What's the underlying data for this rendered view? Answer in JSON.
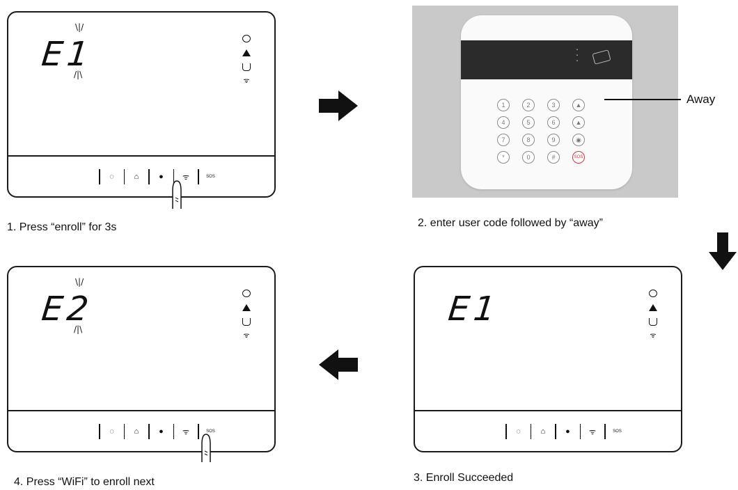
{
  "panels": {
    "p1": {
      "display": "E1"
    },
    "p3": {
      "display": "E1"
    },
    "p4": {
      "display": "E2"
    }
  },
  "button_bar": {
    "sos": "SOS"
  },
  "keypad": {
    "keys": [
      "1",
      "2",
      "3",
      "▲",
      "4",
      "5",
      "6",
      "▲",
      "7",
      "8",
      "9",
      "◉",
      "*",
      "0",
      "#",
      "SOS"
    ],
    "away_label": "Away"
  },
  "captions": {
    "step1": "1. Press “enroll” for 3s",
    "step2": "2. enter user code followed by “away”",
    "step3": "3. Enroll Succeeded",
    "step4": "4. Press “WiFi” to enroll next"
  },
  "icons": {
    "arrow": "arrow-icon",
    "status": [
      "drop-icon",
      "home-icon",
      "cup-icon",
      "wifi-icon"
    ]
  }
}
